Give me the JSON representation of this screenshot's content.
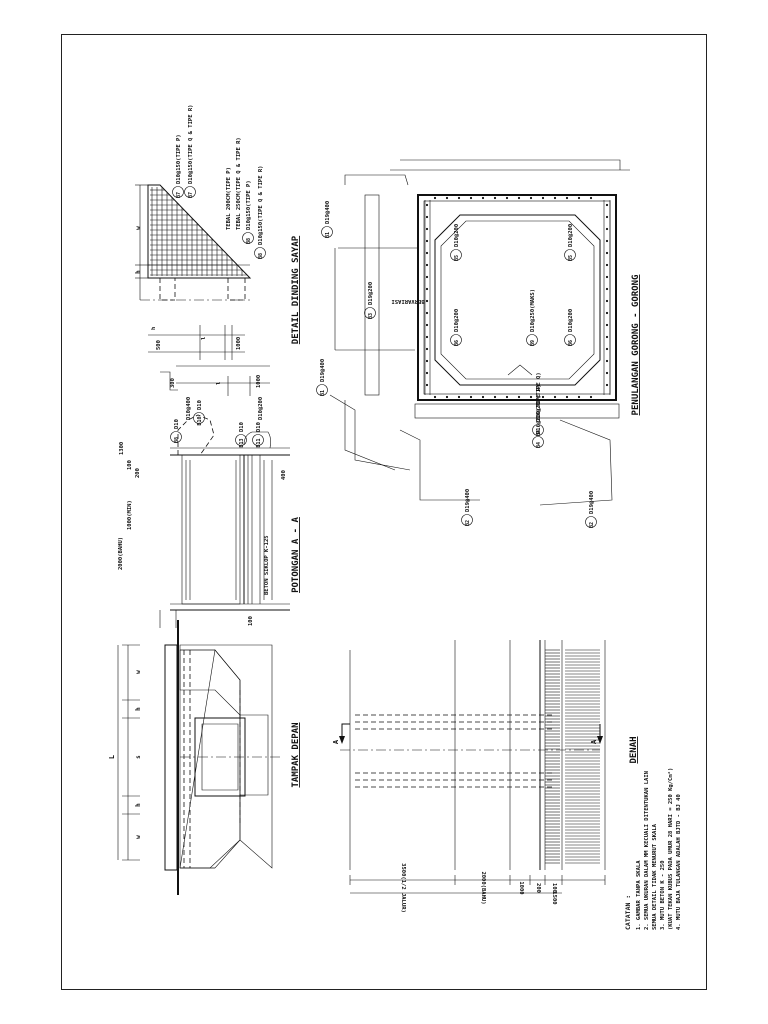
{
  "drawing": {
    "views": {
      "tampak_depan": "TAMPAK DEPAN",
      "potongan": "POTONGAN A - A",
      "detail_sayap": "DETAIL DINDING SAYAP",
      "penulangan": "PENULANGAN GORONG - GORONG",
      "denah": "DENAH"
    },
    "tampak_depan_dims": [
      "w",
      "h",
      "s",
      "h",
      "w"
    ],
    "tampak_depan_total": "L",
    "potongan_labels": {
      "d10_top": "D10",
      "b8": "B8",
      "d10_400": "D10@400",
      "b10": "B10",
      "d10_a": "D10",
      "b13": "B13",
      "d10_200": "D10@200",
      "b11": "B11",
      "d10_b": "D10",
      "beton": "BETON SIKLOP K-125",
      "dim_1300": "1300",
      "dim_100": "100",
      "dim_200": "200",
      "dim_1000": "1000(MIN)",
      "dim_2000": "2000(BAHU)",
      "dim_400": "400",
      "dim_100b": "100",
      "dim_300": "300",
      "dim_1000b": "1000",
      "dim_l": "l"
    },
    "sayap_labels": {
      "b7a": "B7",
      "r1": "D10@150(TIPE P)",
      "b7b": "B7",
      "r2": "D10@150(TIPE Q & TIPE R)",
      "tebal1": "TEBAL 200CM(TIPE P)",
      "tebal2": "TEBAL 250CM(TIPE Q & TIPE R)",
      "b8a": "B8",
      "r3": "D10@150(TIPE P)",
      "b8b": "B8",
      "r4": "D10@150(TIPE Q & TIPE R)",
      "w": "w",
      "h": "h",
      "dim_500": "500",
      "dim_h": "h",
      "dim_1000": "1000",
      "dim_l": "l"
    },
    "penulangan_labels": {
      "bervariasi": "BERVARIASI",
      "b1a": "B1",
      "b1a_txt": "D19@400",
      "b3": "B3",
      "b3_txt": "D19@200",
      "b5a": "B5",
      "b5a_txt": "D10@200",
      "b5b": "B5",
      "b5b_txt": "D10@200",
      "b6a": "B6",
      "b6a_txt": "D10@200",
      "b6b": "B6",
      "b6b_txt": "D10@200",
      "b6c": "B6",
      "b6c_txt": "D10@200",
      "b9": "B9",
      "b9_txt": "D10@250(MAKS)",
      "b1b": "B1",
      "b1b_txt": "D19@400",
      "b4a": "B4",
      "b4a_txt": "D16@200(TIPE Q)",
      "b4b": "B4",
      "b4b_txt": "D16@200(TIPE R)",
      "b2a": "B2",
      "b2a_txt": "D19@400",
      "b2b": "B2",
      "b2b_txt": "D19@400"
    },
    "denah_labels": {
      "a_left": "A",
      "a_right": "A",
      "dim_3500": "3500(1/2 JALUR)",
      "dim_2000": "2000(BAHU)",
      "dim_1000": "1000",
      "dim_200": "200",
      "dim_100": "100",
      "dim_1500": "1500"
    },
    "notes": {
      "heading": "CATATAN :",
      "lines": [
        "1. GAMBAR TANPA SKALA",
        "2. SEMUA UKURAN DALAM MM KECUALI DITENTUKAN LAIN",
        "   SEMUA DETAIL TIDAK MENURUT SKALA",
        "3. MUTU BETON K - 250",
        "   (KUAT TEKAN KUBUS PADA UMUR 28 HARI = 250 Kg/Cm²)",
        "4. MUTU BAJA TULANGAN ADALAH BJTD - BJ 40"
      ]
    }
  }
}
